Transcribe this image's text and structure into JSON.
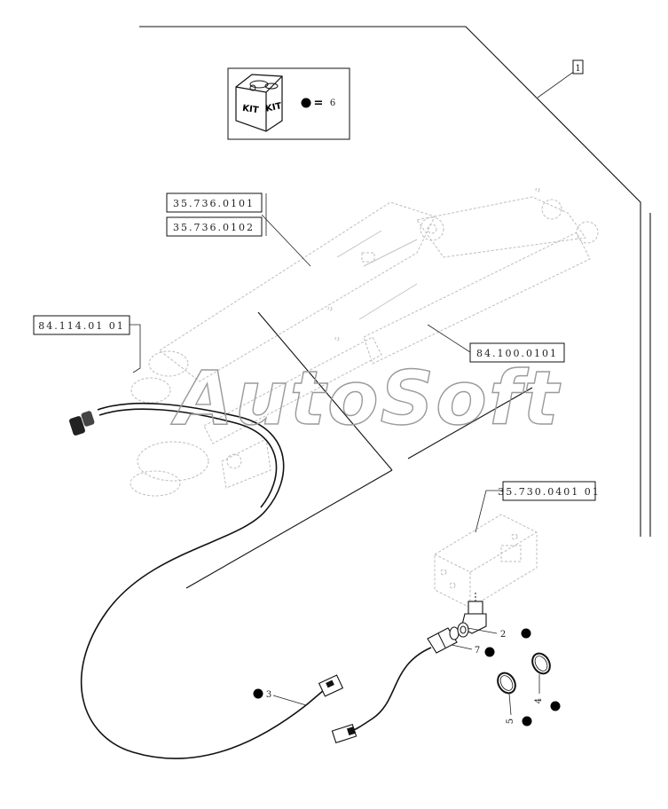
{
  "kit": {
    "label_left": "KIT",
    "label_right": "KIT",
    "equals": "=",
    "count": "6"
  },
  "frame_ref": "1",
  "references": [
    {
      "id": "ref-35-736-0101",
      "text": "35.736.0101"
    },
    {
      "id": "ref-35-736-0102",
      "text": "35.736.0102"
    },
    {
      "id": "ref-84-114-01-01",
      "text": "84.114.01 01"
    },
    {
      "id": "ref-84-100-0101",
      "text": "84.100.0101"
    },
    {
      "id": "ref-35-730-0401-01",
      "text": "35.730.0401 01"
    }
  ],
  "callouts": [
    {
      "id": "callout-2",
      "text": "2"
    },
    {
      "id": "callout-7",
      "text": "7"
    },
    {
      "id": "callout-3",
      "text": "3"
    },
    {
      "id": "callout-4",
      "text": "4"
    },
    {
      "id": "callout-5",
      "text": "5"
    }
  ],
  "watermark": "AutoSoft",
  "colors": {
    "ink": "#111111",
    "ghost": "#bdbdbd",
    "watermark": "#9a9a9a"
  }
}
